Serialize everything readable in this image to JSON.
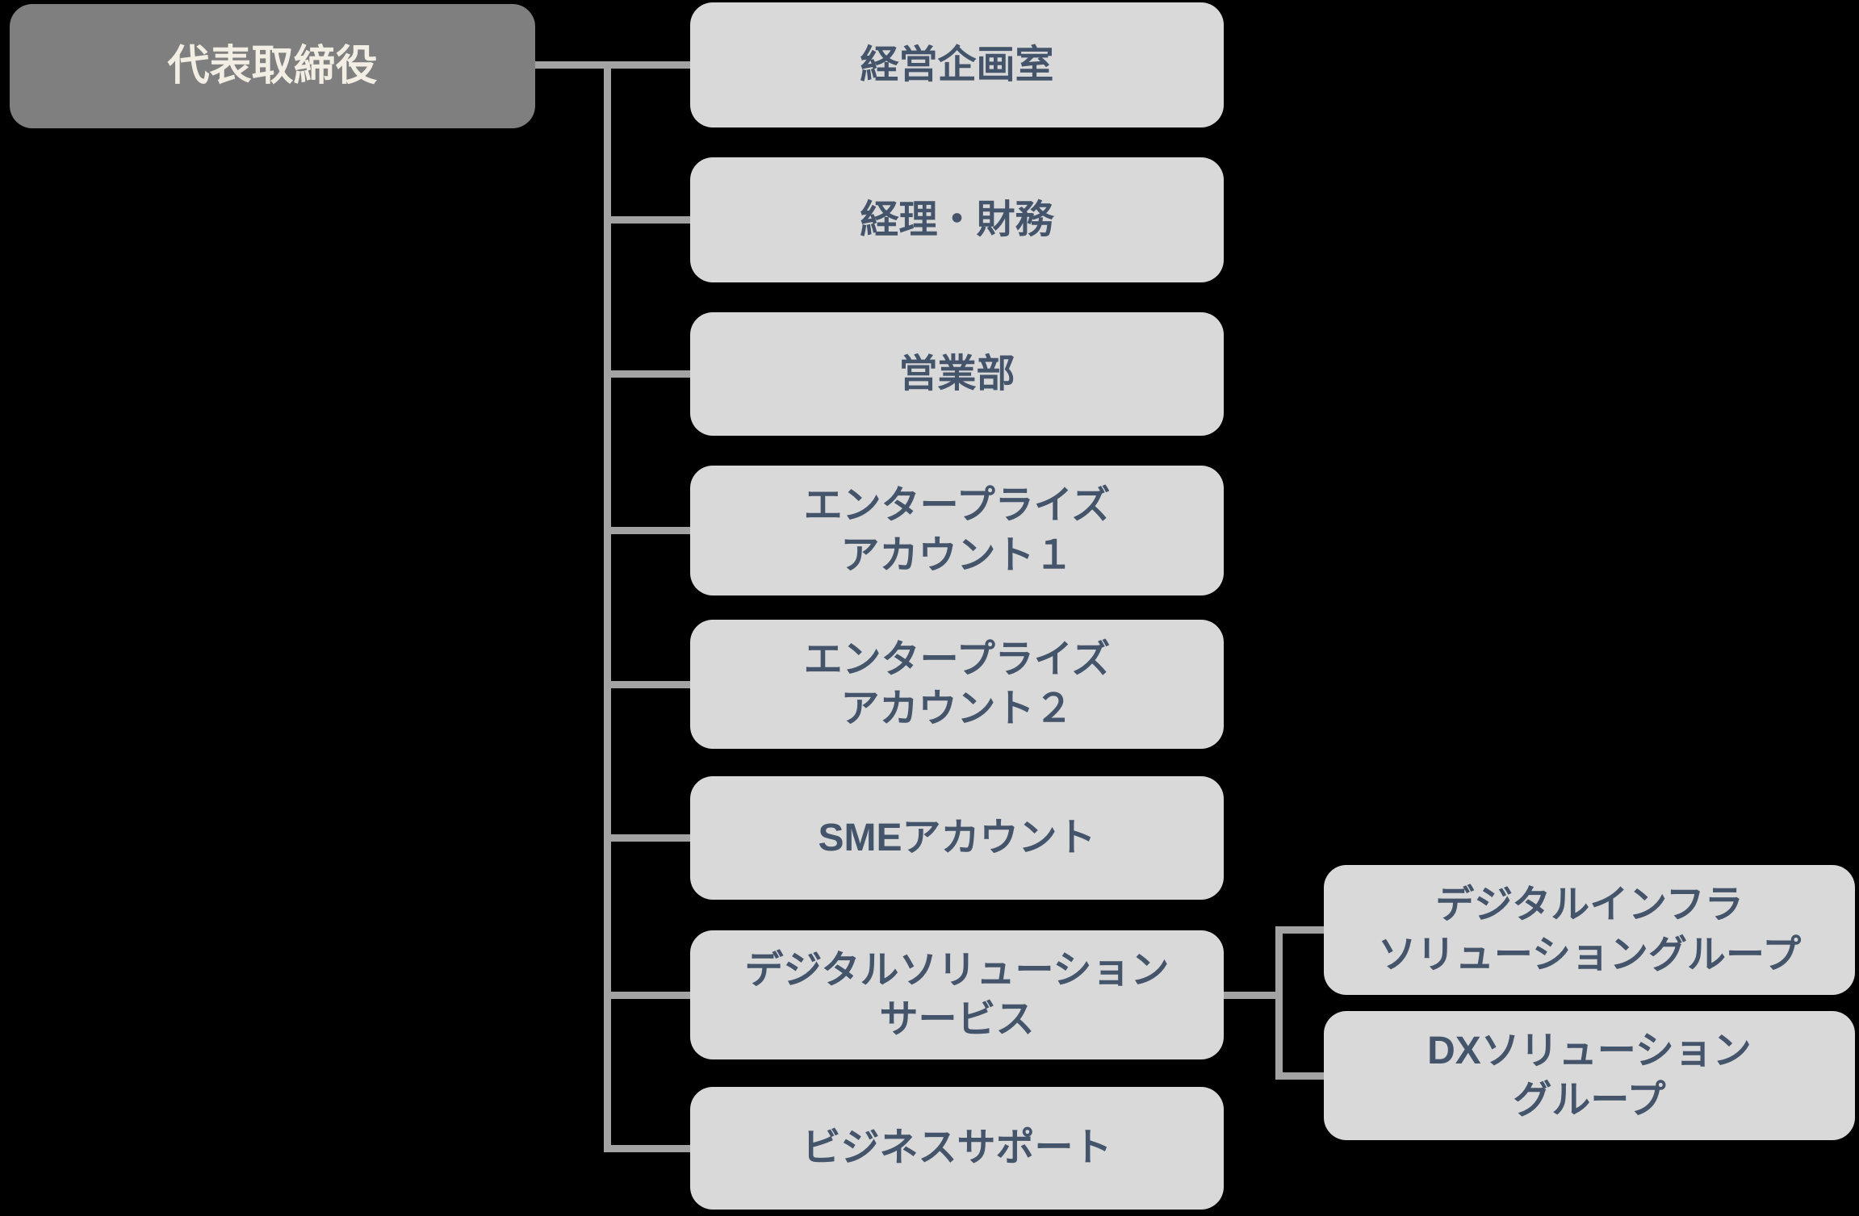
{
  "colors": {
    "background": "#000000",
    "root_fill": "#7F7F7F",
    "root_text": "#F2EEE3",
    "box_fill": "#D9D9D9",
    "box_text": "#44546A",
    "connector": "#A3A3A3"
  },
  "org": {
    "root": {
      "label": "代表取締役"
    },
    "departments": [
      {
        "label": "経営企画室"
      },
      {
        "label": "経理・財務"
      },
      {
        "label": "営業部"
      },
      {
        "label": "エンタープライズ\nアカウント１"
      },
      {
        "label": "エンタープライズ\nアカウント２"
      },
      {
        "label": "SMEアカウント"
      },
      {
        "label": "デジタルソリューション\nサービス",
        "children": [
          {
            "label": "デジタルインフラ\nソリューショングループ"
          },
          {
            "label": "DXソリューション\nグループ"
          }
        ]
      },
      {
        "label": "ビジネスサポート"
      }
    ]
  }
}
